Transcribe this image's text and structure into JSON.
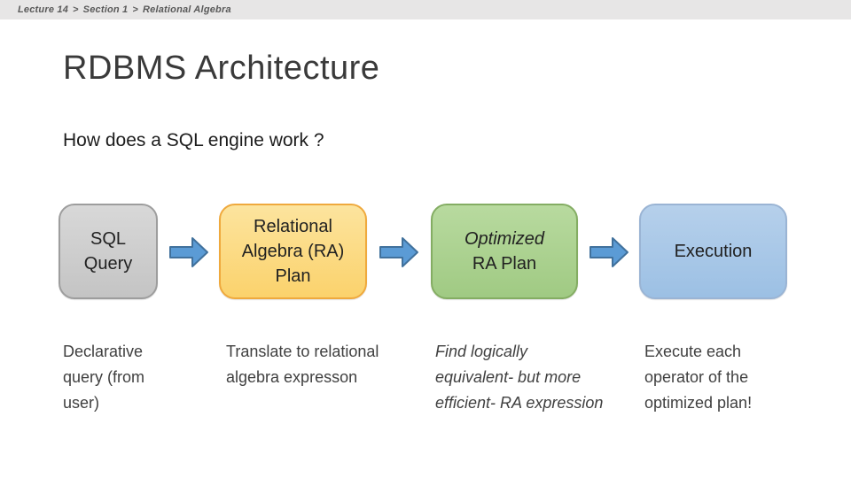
{
  "slide": {
    "breadcrumb": {
      "segments": [
        "Lecture 14",
        "Section 1",
        "Relational Algebra"
      ],
      "separator": ">"
    },
    "title": "RDBMS Architecture",
    "subtitle": "How does a SQL engine work ?"
  },
  "flow": {
    "steps": [
      {
        "id": "sql-query",
        "label": "SQL Query",
        "description": "Declarative query (from user)"
      },
      {
        "id": "relational-algebra-plan",
        "label": "Relational Algebra (RA) Plan",
        "description": "Translate to relational algebra expresson"
      },
      {
        "id": "optimized-ra-plan",
        "label_line1": "Optimized",
        "label_line2": "RA Plan",
        "description": "Find logically equivalent- but more efficient- RA expression"
      },
      {
        "id": "execution",
        "label": "Execution",
        "description": "Execute each operator of the optimized plan!"
      }
    ]
  },
  "colors": {
    "topbar_bg": "#E7E6E6",
    "arrow_fill": "#5B9BD5",
    "arrow_border": "#41719C",
    "box_gray_fill": "#CFCFCF",
    "box_gray_border": "#9D9D9D",
    "box_orange_fill": "#FBD26C",
    "box_orange_border": "#EFA93D",
    "box_green_fill": "#A3CC86",
    "box_green_border": "#84AD63",
    "box_blue_fill": "#9CC0E4",
    "box_blue_border": "#9AB4D4"
  }
}
